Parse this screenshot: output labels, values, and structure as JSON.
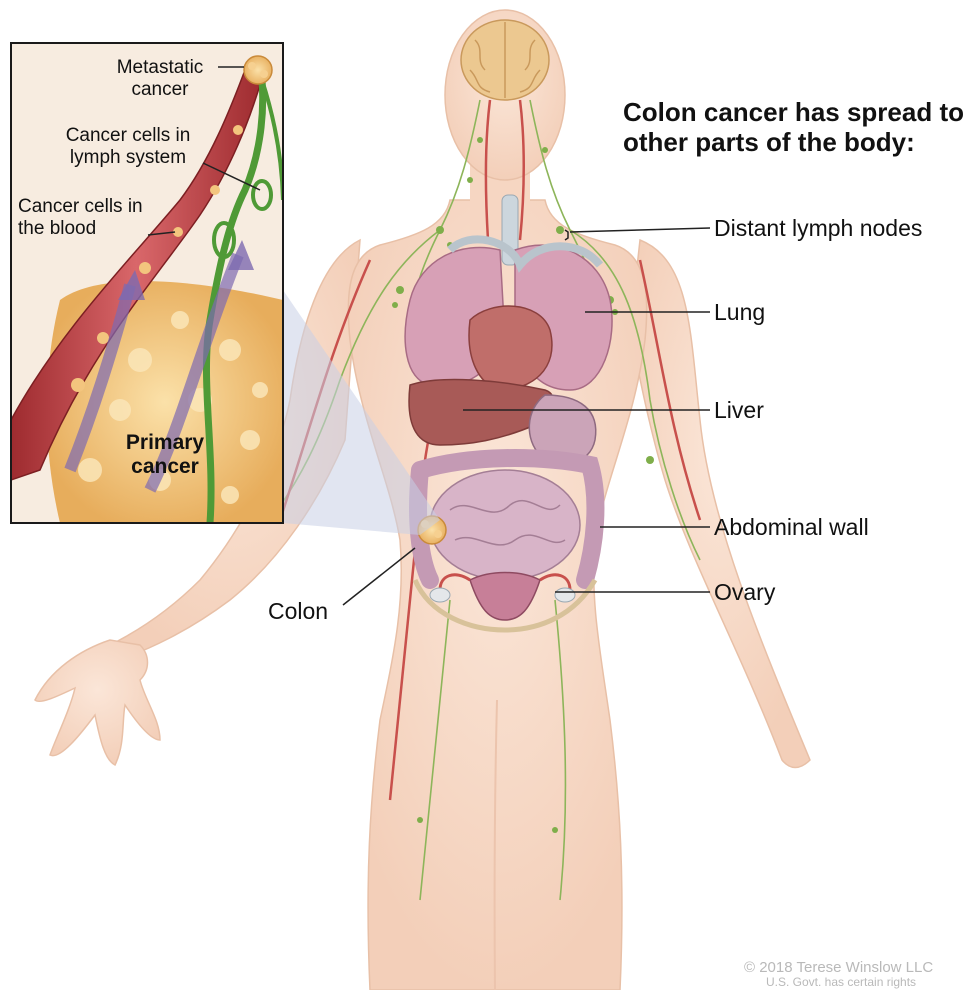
{
  "title": "Colon cancer has spread to other parts of the body:",
  "labels": {
    "distant_lymph_nodes": "Distant lymph nodes",
    "lung": "Lung",
    "liver": "Liver",
    "abdominal_wall": "Abdominal wall",
    "ovary": "Ovary",
    "colon": "Colon"
  },
  "inset": {
    "metastatic_cancer": "Metastatic cancer",
    "cancer_cells_lymph": "Cancer cells in lymph system",
    "cancer_cells_blood": "Cancer cells in the blood",
    "primary_cancer": "Primary cancer"
  },
  "copyright": "© 2018 Terese Winslow LLC",
  "copyright_line2": "U.S. Govt. has certain rights",
  "colors": {
    "skin": "#f6d9c6",
    "skin_edge": "#e5b99f",
    "artery": "#c8504c",
    "lymph": "#7fae4a",
    "lung": "#d7a0b6",
    "liver": "#a85a57",
    "intestine": "#c49ab4",
    "tumor": "#f1c37a"
  }
}
